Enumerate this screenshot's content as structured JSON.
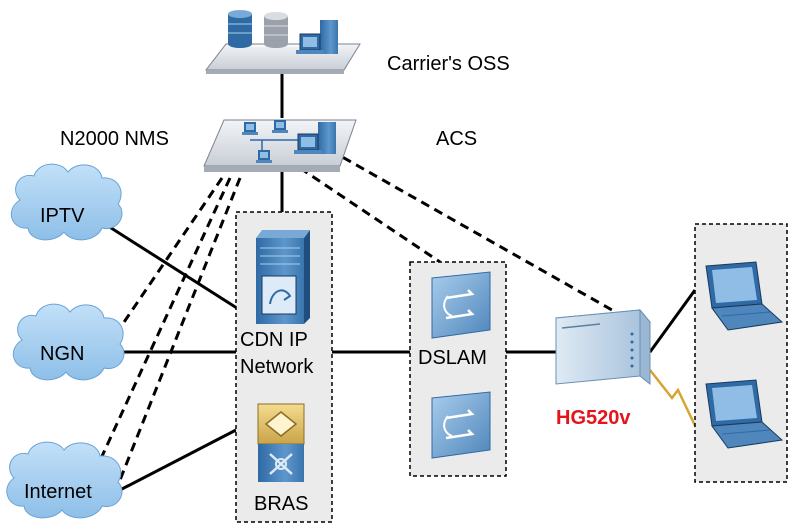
{
  "labels": {
    "carrier_oss": "Carrier's OSS",
    "n2000_nms": "N2000 NMS",
    "acs": "ACS",
    "cdn_ip_line1": "CDN IP",
    "cdn_ip_line2": "Network",
    "bras": "BRAS",
    "dslam": "DSLAM",
    "hg520v": "HG520v"
  },
  "clouds": {
    "iptv": "IPTV",
    "ngn": "NGN",
    "internet": "Internet"
  },
  "colors": {
    "cloud_fill": "#a3cdf0",
    "box_fill": "#ebebeb",
    "device_blue": "#4f86bb",
    "highlight_red": "#e3141b"
  }
}
